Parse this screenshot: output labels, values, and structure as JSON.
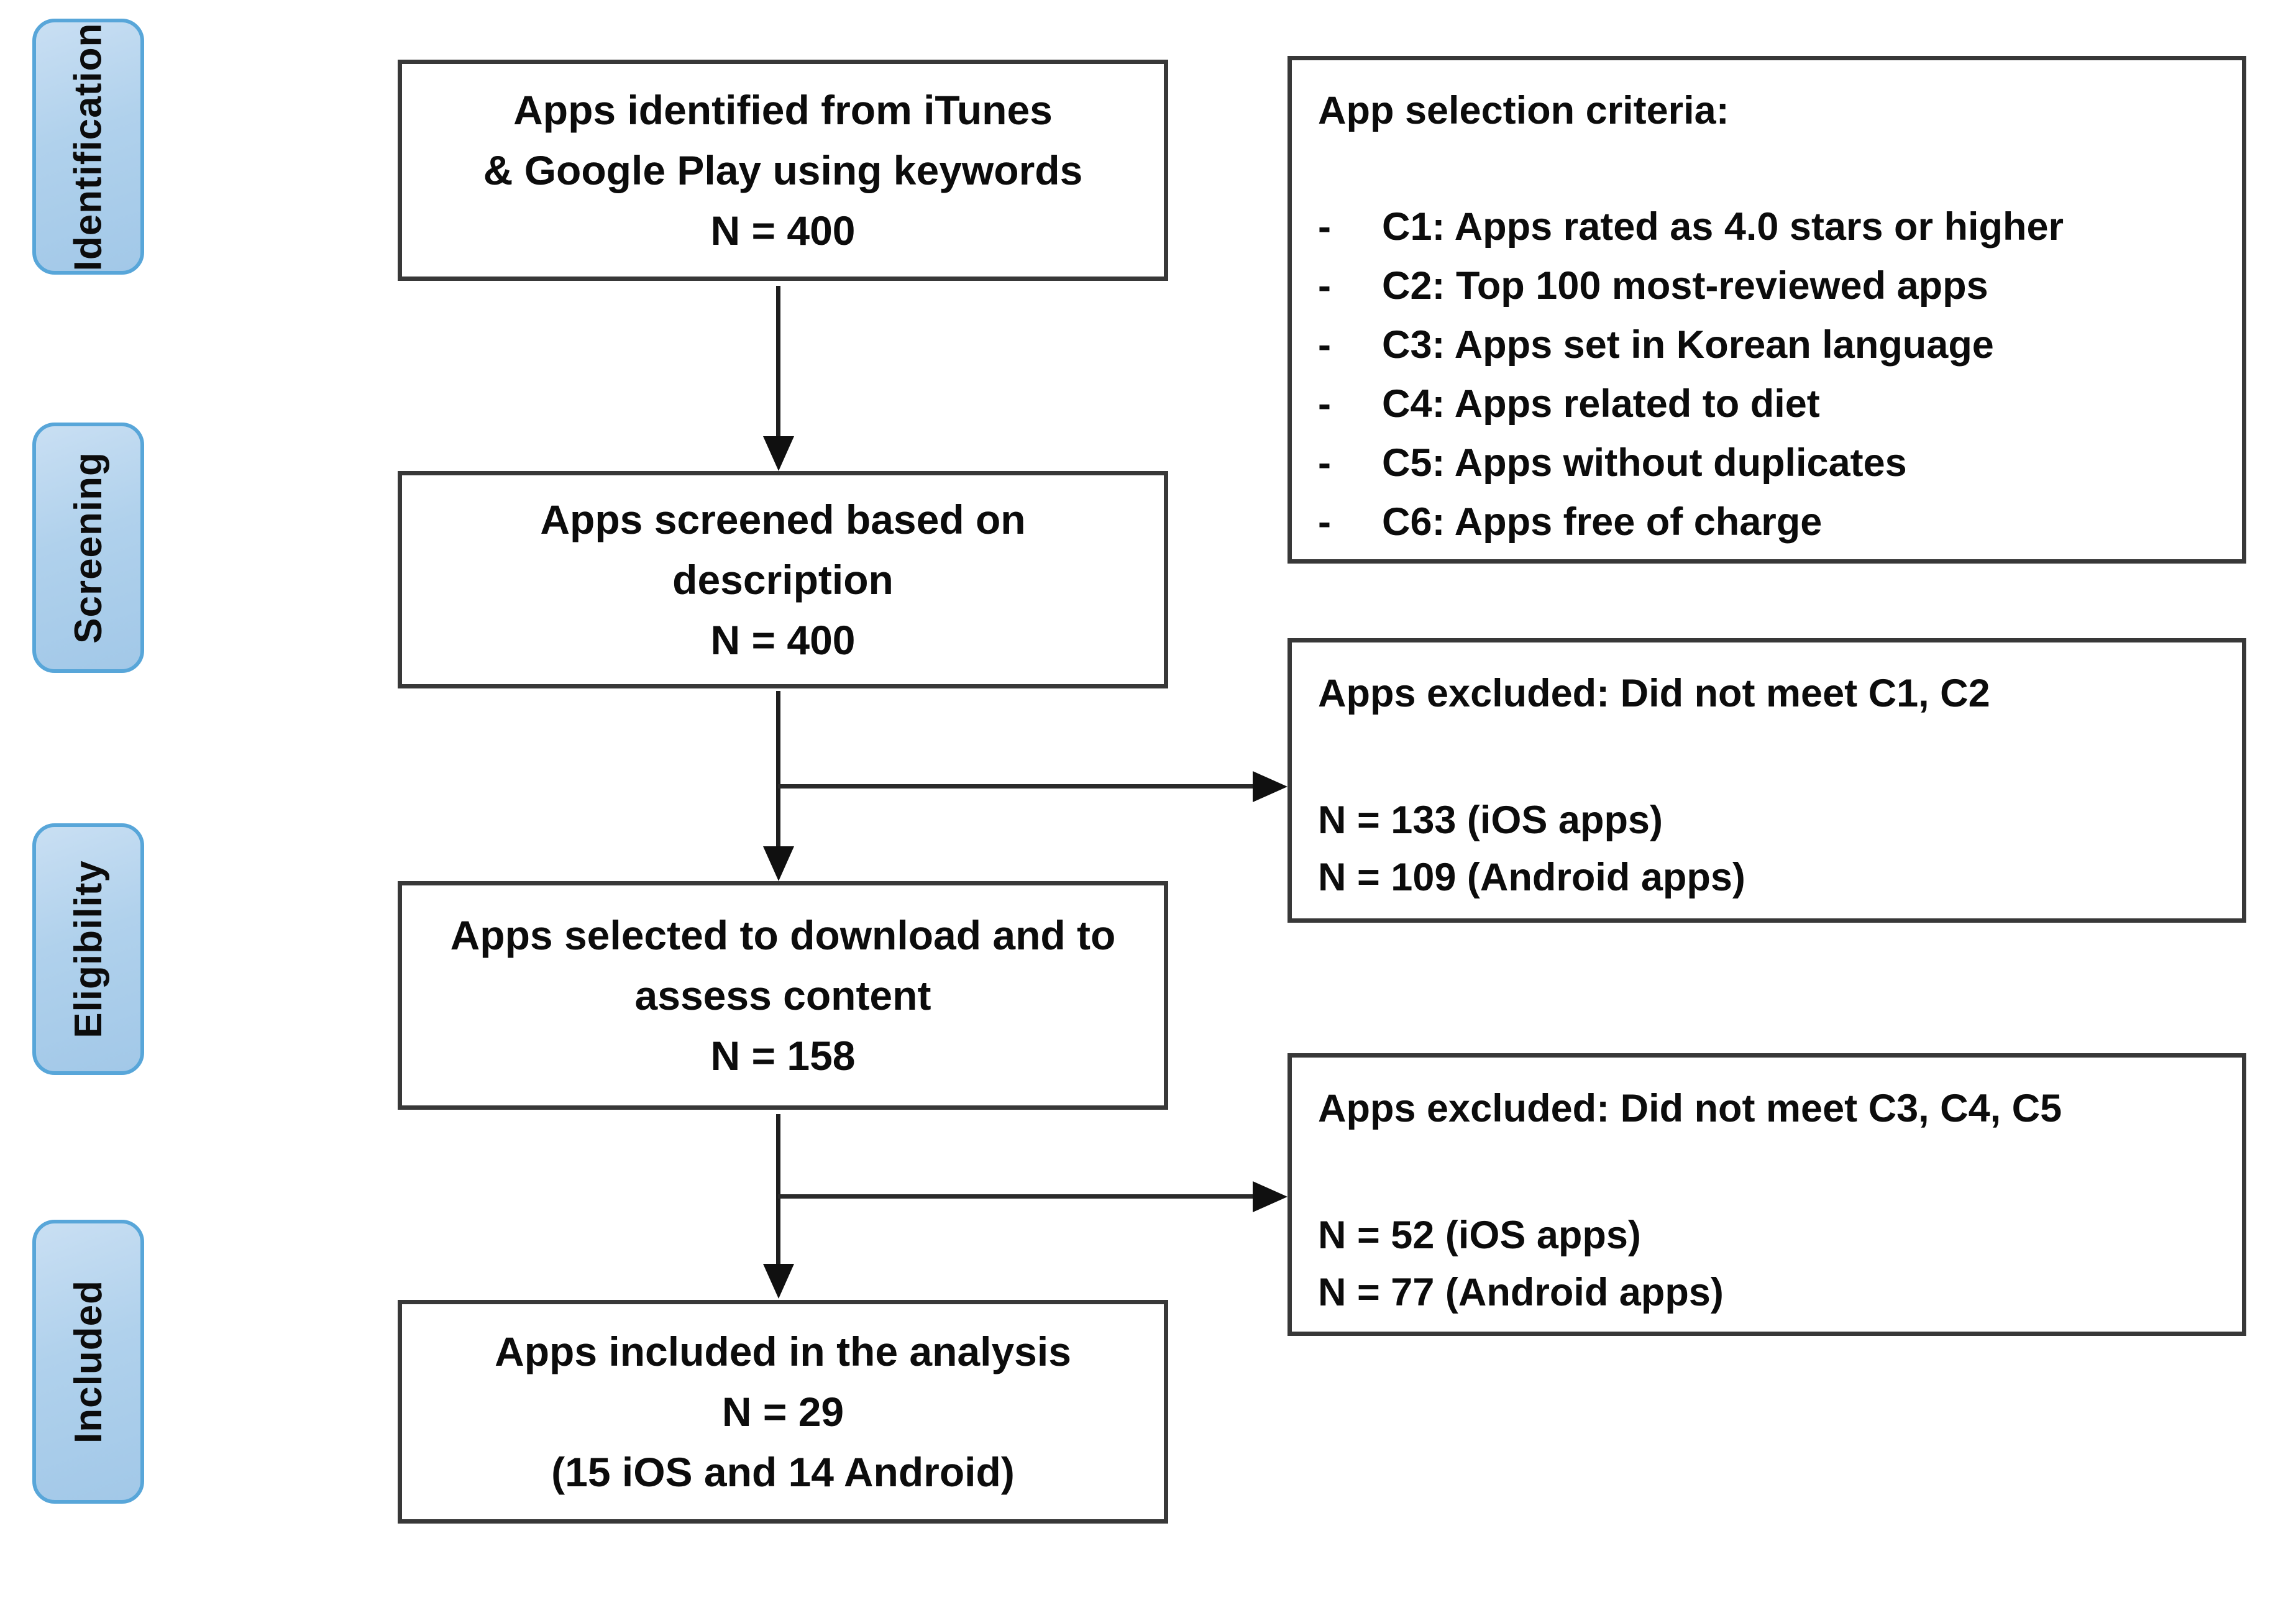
{
  "stages": [
    {
      "label": "Identification"
    },
    {
      "label": "Screening"
    },
    {
      "label": "Eligibility"
    },
    {
      "label": "Included"
    }
  ],
  "flow_boxes": [
    {
      "lines": [
        "Apps identified from iTunes",
        "& Google Play using keywords",
        "N = 400"
      ]
    },
    {
      "lines": [
        "Apps screened based on",
        "description",
        "N = 400"
      ]
    },
    {
      "lines": [
        "Apps selected to download and to",
        "assess content",
        "N = 158"
      ]
    },
    {
      "lines": [
        "Apps included in the analysis",
        "N = 29",
        "(15 iOS and 14 Android)"
      ]
    }
  ],
  "criteria_box": {
    "title": "App selection criteria:",
    "items": [
      {
        "bullet": "-",
        "text": "C1: Apps rated as 4.0 stars or higher"
      },
      {
        "bullet": "-",
        "text": "C2: Top 100 most-reviewed apps"
      },
      {
        "bullet": "-",
        "text": "C3: Apps set in Korean language"
      },
      {
        "bullet": "-",
        "text": "C4: Apps related to diet"
      },
      {
        "bullet": "-",
        "text": "C5: Apps without duplicates"
      },
      {
        "bullet": "-",
        "text": "C6: Apps free of charge"
      }
    ]
  },
  "exclusion_boxes": [
    {
      "title": "Apps excluded: Did not meet C1, C2",
      "counts": [
        "N = 133 (iOS apps)",
        "N = 109 (Android apps)"
      ]
    },
    {
      "title": "Apps excluded: Did not meet C3, C4, C5",
      "counts": [
        "N = 52 (iOS apps)",
        "N = 77 (Android apps)"
      ]
    }
  ],
  "colors": {
    "stage_fill": "#AFCFE9",
    "stage_border": "#58A6D9",
    "box_border": "#383838",
    "arrow": "#101010",
    "text": "#0C0C0C",
    "background": "#FFFFFF"
  }
}
